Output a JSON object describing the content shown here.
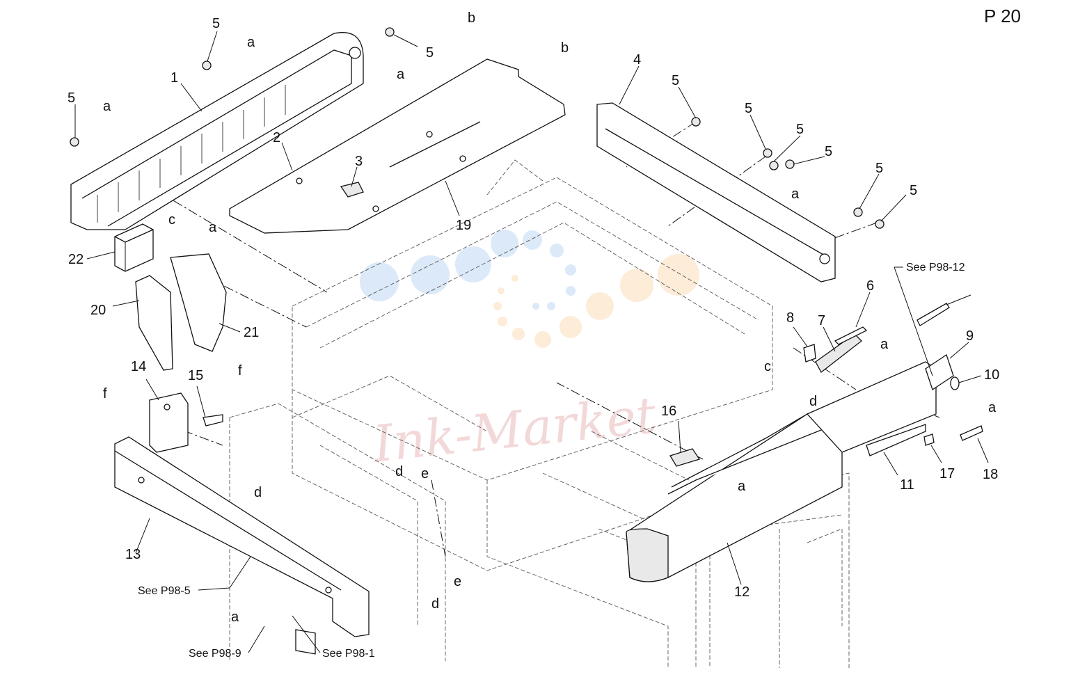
{
  "page": {
    "number": "P 20"
  },
  "labels": [
    {
      "id": "l1",
      "text": "1"
    },
    {
      "id": "l2",
      "text": "2"
    },
    {
      "id": "l3",
      "text": "3"
    },
    {
      "id": "l4",
      "text": "4"
    },
    {
      "id": "l5a",
      "text": "5"
    },
    {
      "id": "l5b",
      "text": "5"
    },
    {
      "id": "l5c",
      "text": "5"
    },
    {
      "id": "l5d",
      "text": "5"
    },
    {
      "id": "l5e",
      "text": "5"
    },
    {
      "id": "l5f",
      "text": "5"
    },
    {
      "id": "l5g",
      "text": "5"
    },
    {
      "id": "l5h",
      "text": "5"
    },
    {
      "id": "l5i",
      "text": "5"
    },
    {
      "id": "l6",
      "text": "6"
    },
    {
      "id": "l7",
      "text": "7"
    },
    {
      "id": "l8",
      "text": "8"
    },
    {
      "id": "l9",
      "text": "9"
    },
    {
      "id": "l10",
      "text": "10"
    },
    {
      "id": "l11",
      "text": "11"
    },
    {
      "id": "l12",
      "text": "12"
    },
    {
      "id": "l13",
      "text": "13"
    },
    {
      "id": "l14",
      "text": "14"
    },
    {
      "id": "l15",
      "text": "15"
    },
    {
      "id": "l16",
      "text": "16"
    },
    {
      "id": "l17",
      "text": "17"
    },
    {
      "id": "l18",
      "text": "18"
    },
    {
      "id": "l19",
      "text": "19"
    },
    {
      "id": "l20",
      "text": "20"
    },
    {
      "id": "l21",
      "text": "21"
    },
    {
      "id": "l22",
      "text": "22"
    },
    {
      "id": "la1",
      "text": "a"
    },
    {
      "id": "la2",
      "text": "a"
    },
    {
      "id": "la3",
      "text": "a"
    },
    {
      "id": "la4",
      "text": "a"
    },
    {
      "id": "la5",
      "text": "a"
    },
    {
      "id": "la6",
      "text": "a"
    },
    {
      "id": "la7",
      "text": "a"
    },
    {
      "id": "la8",
      "text": "a"
    },
    {
      "id": "lb1",
      "text": "b"
    },
    {
      "id": "lb2",
      "text": "b"
    },
    {
      "id": "lc1",
      "text": "c"
    },
    {
      "id": "lc2",
      "text": "c"
    },
    {
      "id": "ld1",
      "text": "d"
    },
    {
      "id": "ld2",
      "text": "d"
    },
    {
      "id": "ld3",
      "text": "d"
    },
    {
      "id": "ld4",
      "text": "d"
    },
    {
      "id": "le1",
      "text": "e"
    },
    {
      "id": "le2",
      "text": "e"
    },
    {
      "id": "lf1",
      "text": "f"
    },
    {
      "id": "lf2",
      "text": "f"
    }
  ],
  "references": {
    "see_p98_12": "See P98-12",
    "see_p98_5": "See P98-5",
    "see_p98_9": "See P98-9",
    "see_p98_1": "See P98-1"
  },
  "watermark": {
    "text": "Ink-Market",
    "colors": [
      "#9cc0ee",
      "#f6c98e",
      "#d98f8f"
    ]
  }
}
